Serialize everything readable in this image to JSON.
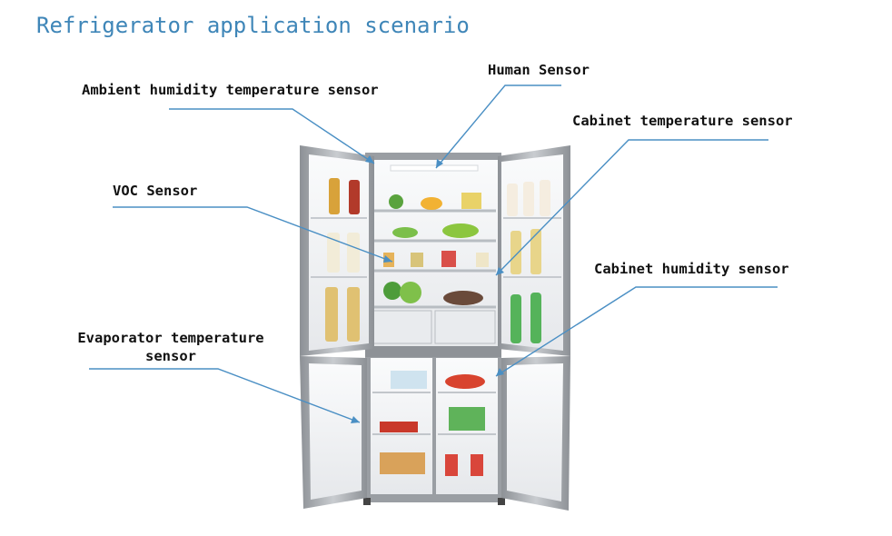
{
  "title": "Refrigerator application scenario",
  "labels": {
    "ambient": "Ambient humidity temperature sensor",
    "human": "Human Sensor",
    "cabinet_temp": "Cabinet temperature sensor",
    "voc": "VOC Sensor",
    "cabinet_humidity": "Cabinet humidity sensor",
    "evaporator_line1": "Evaporator temperature",
    "evaporator_line2": "sensor"
  },
  "colors": {
    "title": "#3f86b8",
    "leader_line": "#4a8fc4",
    "fridge_body": "#b9bcc0",
    "fridge_interior": "#f4f5f7"
  }
}
